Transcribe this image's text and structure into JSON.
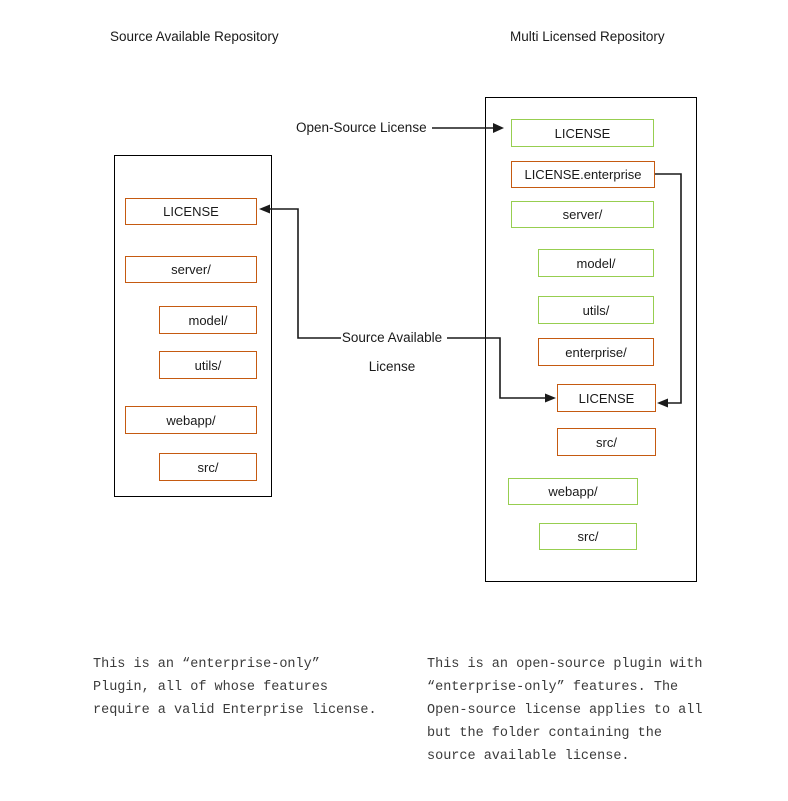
{
  "diagram": {
    "left": {
      "title": "Source Available Repository",
      "boxes": [
        {
          "label": "LICENSE",
          "color": "orange"
        },
        {
          "label": "server/",
          "color": "orange"
        },
        {
          "label": "model/",
          "color": "orange"
        },
        {
          "label": "utils/",
          "color": "orange"
        },
        {
          "label": "webapp/",
          "color": "orange"
        },
        {
          "label": "src/",
          "color": "orange"
        }
      ],
      "note_lines": [
        "This is an “enterprise-only”",
        "Plugin, all of whose features",
        "require a valid Enterprise license."
      ]
    },
    "right": {
      "title": "Multi Licensed Repository",
      "boxes": [
        {
          "label": "LICENSE",
          "color": "green"
        },
        {
          "label": "LICENSE.enterprise",
          "color": "orange"
        },
        {
          "label": "server/",
          "color": "green"
        },
        {
          "label": "model/",
          "color": "green"
        },
        {
          "label": "utils/",
          "color": "green"
        },
        {
          "label": "enterprise/",
          "color": "orange"
        },
        {
          "label": "LICENSE",
          "color": "orange"
        },
        {
          "label": "src/",
          "color": "orange"
        },
        {
          "label": "webapp/",
          "color": "green"
        },
        {
          "label": "src/",
          "color": "green"
        }
      ],
      "note_lines": [
        "This is an open-source plugin with",
        "“enterprise-only” features. The",
        "Open-source license applies to all",
        "but the folder containing the",
        "source available license."
      ]
    },
    "connector_labels": {
      "open_source": "Open-Source License",
      "source_available_line1": "Source Available",
      "source_available_line2": "License"
    }
  },
  "colors": {
    "orange": "#C55A11",
    "green": "#97CE50",
    "line": "#1a1a1a",
    "container_border": "#000000"
  }
}
